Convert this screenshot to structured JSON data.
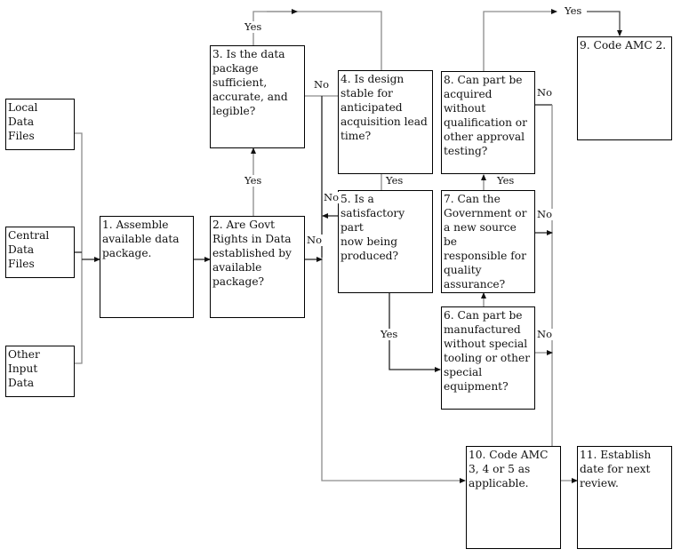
{
  "diagram": {
    "type": "flowchart",
    "inputs": [
      {
        "id": "local",
        "label": "Local\nData\nFiles"
      },
      {
        "id": "central",
        "label": "Central\nData\nFiles"
      },
      {
        "id": "other",
        "label": "Other\nInput\nData"
      }
    ],
    "steps": [
      {
        "id": "s1",
        "label": "1.  Assemble\navailable data\npackage."
      },
      {
        "id": "s2",
        "label": "2.  Are Govt\nRights in Data\nestablished by\navailable\npackage?"
      },
      {
        "id": "s3",
        "label": "3.  Is the data\npackage\nsufficient,\naccurate, and\nlegible?"
      },
      {
        "id": "s4",
        "label": "4.  Is design\nstable for\nanticipated\nacquisition lead\ntime?"
      },
      {
        "id": "s5",
        "label": "5.  Is a\nsatisfactory part\nnow being\nproduced?"
      },
      {
        "id": "s6",
        "label": "6.  Can part be\nmanufactured\nwithout special\ntooling or other\nspecial\nequipment?"
      },
      {
        "id": "s7",
        "label": "7.  Can the\nGovernment or\na new source be\nresponsible for\nquality\nassurance?"
      },
      {
        "id": "s8",
        "label": "8.  Can part be\nacquired\nwithout\nqualification or\nother approval\ntesting?"
      },
      {
        "id": "s9",
        "label": "9. Code AMC 2."
      },
      {
        "id": "s10",
        "label": "10.  Code AMC\n3, 4 or 5 as\napplicable."
      },
      {
        "id": "s11",
        "label": "11. Establish\ndate for next\nreview."
      }
    ],
    "edge_labels": {
      "yes": "Yes",
      "no": "No"
    },
    "edges": [
      {
        "from": "inputs",
        "to": "s1",
        "label": ""
      },
      {
        "from": "s1",
        "to": "s2",
        "label": ""
      },
      {
        "from": "s2",
        "to": "s3",
        "label": "Yes"
      },
      {
        "from": "s2",
        "to": "s10",
        "label": "No"
      },
      {
        "from": "s3",
        "to": "s4",
        "label": "Yes"
      },
      {
        "from": "s3",
        "to": "s10",
        "label": "No"
      },
      {
        "from": "s4",
        "to": "s5",
        "label": "Yes"
      },
      {
        "from": "s5",
        "to": "s6",
        "label": "Yes"
      },
      {
        "from": "s5",
        "to": "s10",
        "label": "No"
      },
      {
        "from": "s6",
        "to": "s7",
        "label": "Yes"
      },
      {
        "from": "s6",
        "to": "s10",
        "label": "No"
      },
      {
        "from": "s7",
        "to": "s8",
        "label": "Yes"
      },
      {
        "from": "s7",
        "to": "s10",
        "label": "No"
      },
      {
        "from": "s8",
        "to": "s9",
        "label": "Yes"
      },
      {
        "from": "s8",
        "to": "s10",
        "label": "No"
      },
      {
        "from": "s10",
        "to": "s11",
        "label": ""
      }
    ],
    "colors": {
      "box_border": "#000000",
      "wire_dark": "#222222",
      "wire_grey": "#8c8c8c"
    }
  }
}
